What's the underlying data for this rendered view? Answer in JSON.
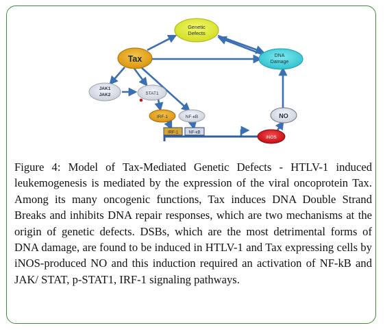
{
  "diagram": {
    "nodes": {
      "tax": "Tax",
      "genetic_defects_line1": "Genetic",
      "genetic_defects_line2": "Defects",
      "dna_damage_line1": "DNA",
      "dna_damage_line2": "Damage",
      "jak1": "JAK1",
      "jak2": "JAK2",
      "stat1": "STAT1",
      "irf1_protein": "IRF-1",
      "nfkb_protein": "NF-κB",
      "irf1_site": "IRF-1",
      "nfkb_site": "NF-κB",
      "inos": "iNOS",
      "no": "NO"
    },
    "colors": {
      "arrow": "#3a6fb3",
      "tax_fill": "#e8a718",
      "genetic_fill": "#e5ef3b",
      "dna_damage_fill": "#3fd3de",
      "protein_fill": "#dde1ea",
      "irf1_fill": "#e8a718",
      "inos_fill": "#e0121b",
      "no_fill": "#dfe3ec",
      "frame": "#3f8b3a"
    }
  },
  "caption": {
    "label": "Figure 4:",
    "text": " Model of Tax-Mediated Genetic Defects - HTLV-1 induced leukemogenesis is mediated by the expression of the viral oncoprotein Tax. Among its many oncogenic functions, Tax induces DNA Double Strand Breaks and inhibits DNA repair responses, which are two mechanisms at the origin of genetic defects. DSBs, which are the most detrimental forms of DNA damage, are found to be induced in HTLV-1 and Tax expressing cells by iNOS-produced NO and this induction required an activation of NF-kB and JAK/ STAT, p-STAT1, IRF-1 signaling pathways."
  }
}
